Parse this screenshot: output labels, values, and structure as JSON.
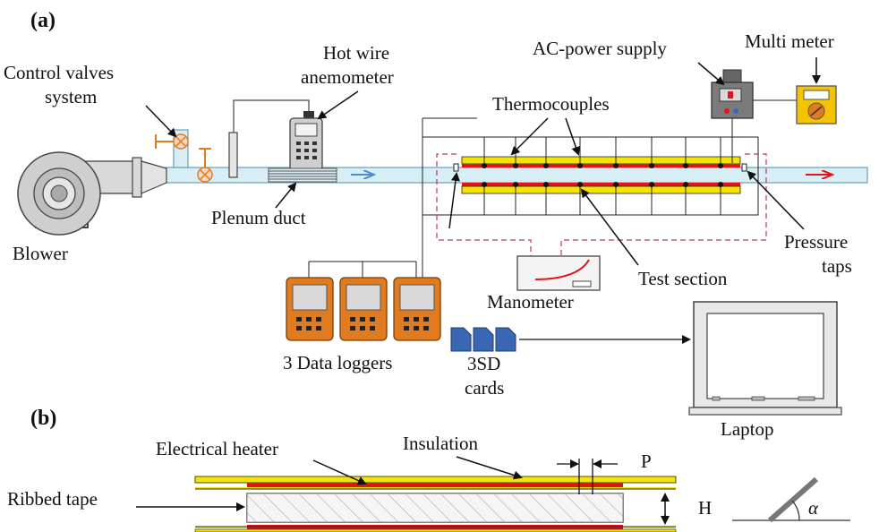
{
  "panel_a": {
    "label": "(a)",
    "labels": {
      "control_valves_1": "Control valves",
      "control_valves_2": "system",
      "hot_wire_1": "Hot wire",
      "hot_wire_2": "anemometer",
      "ac_power": "AC-power supply",
      "multi_meter": "Multi meter",
      "thermocouples": "Thermocouples",
      "blower": "Blower",
      "plenum_duct": "Plenum duct",
      "pressure_1": "Pressure",
      "pressure_2": "taps",
      "test_section": "Test section",
      "manometer": "Manometer",
      "data_loggers": "3 Data loggers",
      "sd_1": "3SD",
      "sd_2": "cards",
      "laptop": "Laptop"
    }
  },
  "panel_b": {
    "label": "(b)",
    "labels": {
      "electrical_heater": "Electrical heater",
      "insulation": "Insulation",
      "ribbed_tape": "Ribbed tape",
      "pitch": "P",
      "height": "H",
      "angle": "α"
    }
  },
  "colors": {
    "duct": "#d7eef5",
    "duct_stroke": "#6a9fb5",
    "heater": "#e0151b",
    "insulation": "#f5e400",
    "logger": "#e07b1f",
    "sd_card": "#3a67b4",
    "dashed": "#c0307a",
    "arrow_blue": "#4a8fd1",
    "arrow_red": "#e0151b"
  }
}
